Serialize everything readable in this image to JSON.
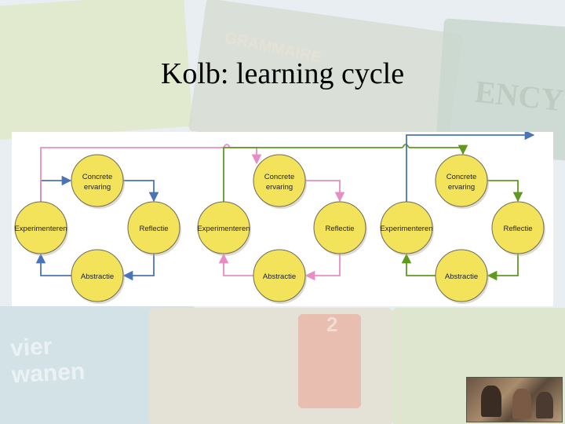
{
  "slide": {
    "title": "Kolb: learning cycle"
  },
  "diagram": {
    "stages": {
      "concrete": "Concrete ervaring",
      "reflect": "Reflectie",
      "abstract": "Abstractie",
      "experiment": "Experimenteren"
    },
    "cycles": [
      {
        "id": "cycle-1",
        "color": "#4a74b8"
      },
      {
        "id": "cycle-2",
        "color": "#e98cc3"
      },
      {
        "id": "cycle-3",
        "color": "#5f9a1e"
      }
    ],
    "node_fill": "#f3e35a",
    "node_stroke": "#6f6a57"
  },
  "background": {
    "book_text_1": "vier",
    "book_text_2": "wanen",
    "book_text_3": "ENCYC",
    "book_text_4": "GRAMMAIRE",
    "book_text_5": "2"
  }
}
